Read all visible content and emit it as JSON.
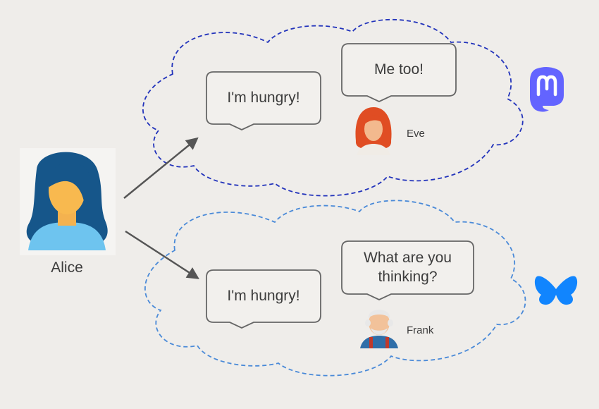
{
  "sender": {
    "name": "Alice"
  },
  "networks": [
    {
      "id": "mastodon",
      "icon": "mastodon-logo-icon",
      "color": "#2233bb",
      "post": "I'm hungry!",
      "reply": {
        "user": "Eve",
        "text": "Me too!"
      }
    },
    {
      "id": "bluesky",
      "icon": "bluesky-butterfly-icon",
      "color": "#4a8ad8",
      "post": "I'm hungry!",
      "reply": {
        "user": "Frank",
        "text": "What are you thinking?"
      }
    }
  ],
  "colors": {
    "mastodon_logo": "#6364ff",
    "bluesky_logo": "#1185fe",
    "arrow": "#555555",
    "bubble_stroke": "#666666",
    "background": "#efedea"
  }
}
